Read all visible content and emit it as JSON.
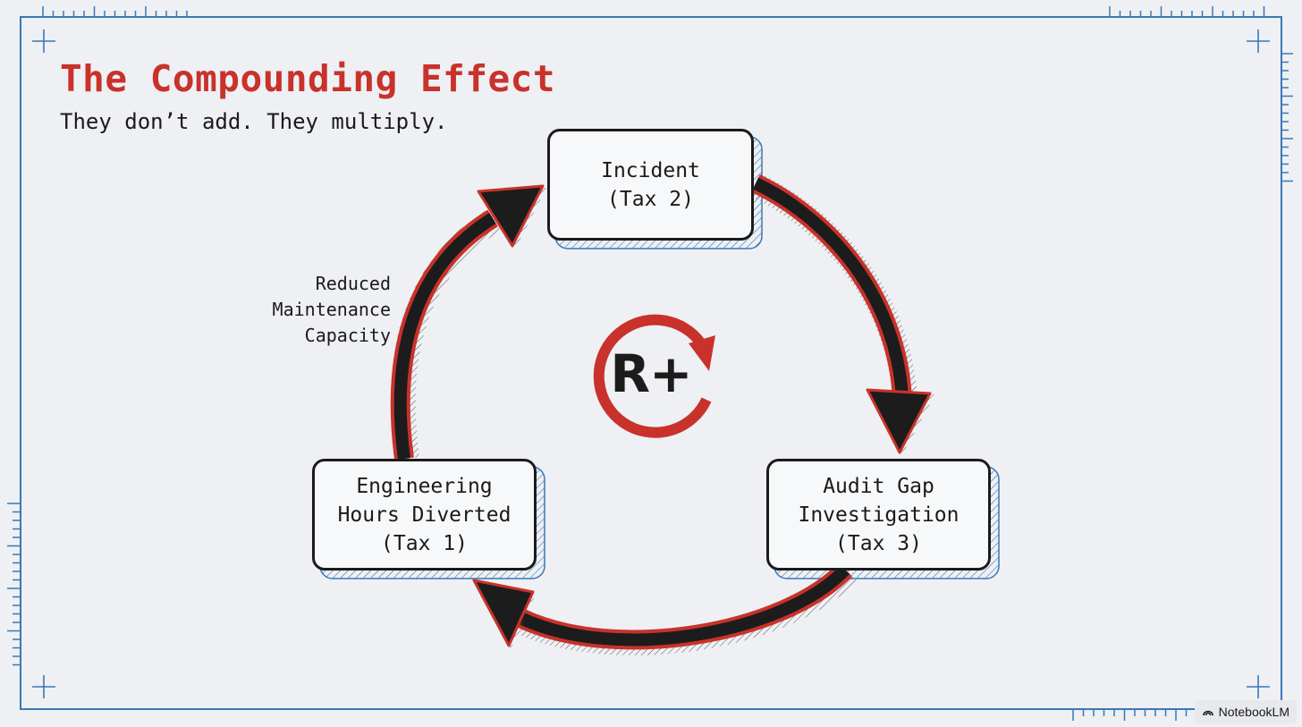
{
  "title": "The Compounding Effect",
  "subtitle": "They don’t add. They multiply.",
  "badge": "R+",
  "nodes": {
    "incident": {
      "line1": "Incident",
      "line2": "(Tax 2)"
    },
    "audit": {
      "line1": "Audit Gap",
      "line2": "Investigation",
      "line3": "(Tax 3)"
    },
    "engineering": {
      "line1": "Engineering",
      "line2": "Hours Diverted",
      "line3": "(Tax 1)"
    }
  },
  "edge_label": {
    "line1": "Reduced",
    "line2": "Maintenance",
    "line3": "Capacity"
  },
  "watermark": "NotebookLM",
  "colors": {
    "accent": "#c8322a",
    "ink": "#1c1c1c",
    "frame": "#3a78b5",
    "background": "#eef0f4"
  }
}
